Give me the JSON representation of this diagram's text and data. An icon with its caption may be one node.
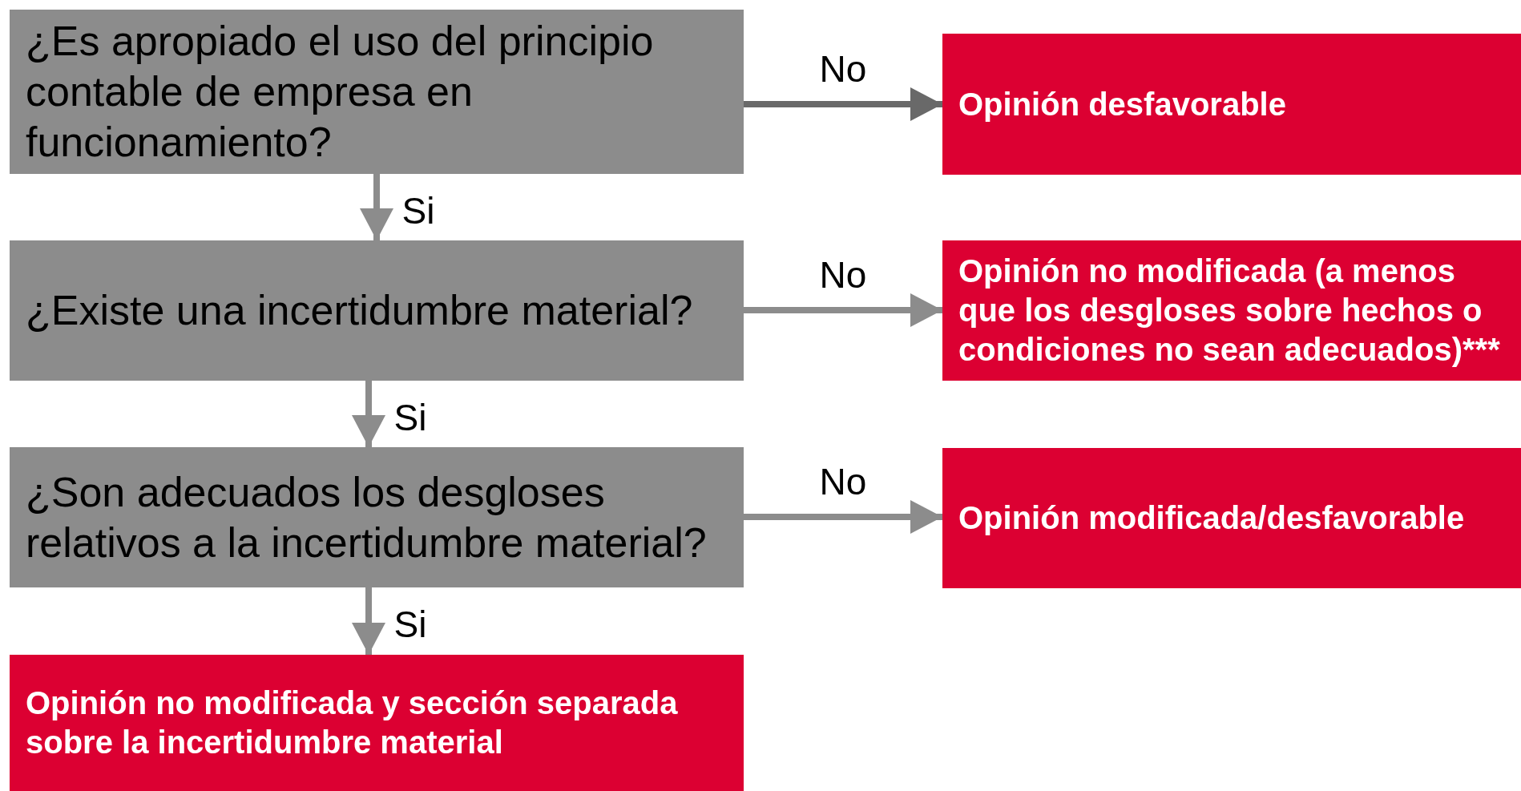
{
  "diagram": {
    "nodes": [
      {
        "text": [
          "¿Es apropiado el uso del principio contable de empresa en funcionamiento?"
        ]
      },
      {
        "text": [
          "Opinión desfavorable"
        ]
      },
      {
        "text": [
          "¿Existe una incertidumbre material?"
        ]
      },
      {
        "text": [
          "Opinión no modificada (a menos que los desgloses sobre hechos o condiciones no sean adecuados)***"
        ]
      },
      {
        "text": [
          "¿Son adecuados los desgloses relativos a la incertidumbre material?"
        ]
      },
      {
        "text": [
          "Opinión modificada/desfavorable"
        ]
      },
      {
        "text": [
          "Opinión no modificada y sección separada sobre la incertidumbre material"
        ]
      }
    ],
    "edges": [
      {
        "from": 0,
        "to": 1,
        "arrow": "to",
        "label": "No",
        "color": "#696969"
      },
      {
        "from": 0,
        "to": 2,
        "arrow": "to",
        "label": "Si"
      },
      {
        "from": 2,
        "to": 3,
        "arrow": "to",
        "label": "No"
      },
      {
        "from": 2,
        "to": 4,
        "arrow": "to",
        "label": "Si"
      },
      {
        "from": 4,
        "to": 5,
        "arrow": "to",
        "label": "No"
      },
      {
        "from": 4,
        "to": 6,
        "arrow": "to",
        "label": "Si"
      }
    ]
  }
}
